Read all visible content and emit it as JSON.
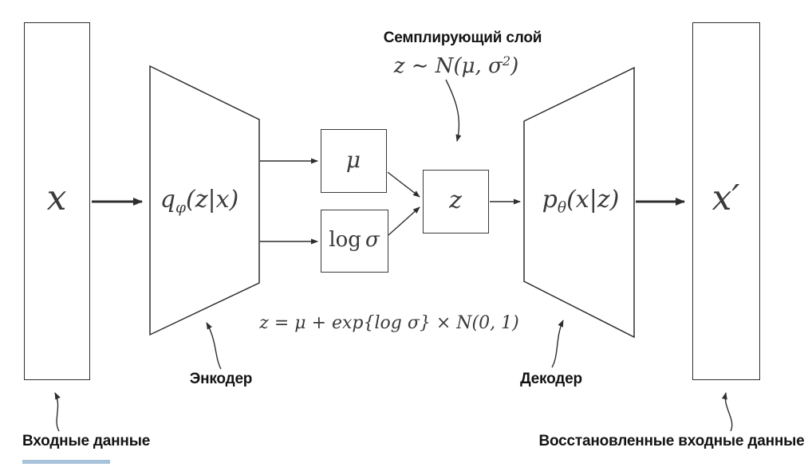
{
  "figure": {
    "sampling": {
      "title": "Семплирующий слой",
      "dist_pre": "z ∼ N(μ, σ",
      "dist_sup": "2",
      "dist_post": ")"
    },
    "reparam_formula": "z = μ + exp{log σ} × N(0, 1)",
    "nodes": {
      "input": {
        "symbol": "x",
        "caption": "Входные данные"
      },
      "encoder": {
        "func_base": "q",
        "func_sub": "φ",
        "func_args": "(z|x)",
        "caption": "Энкодер"
      },
      "mu_box": {
        "symbol": "μ"
      },
      "log_sigma_box": {
        "roman": "log",
        "symbol": "σ"
      },
      "z_box": {
        "symbol": "z"
      },
      "decoder": {
        "func_base": "p",
        "func_sub": "θ",
        "func_args": "(x|z)",
        "caption": "Декодер"
      },
      "output": {
        "symbol": "x′",
        "caption": "Восстановленные входные данные"
      }
    },
    "colors": {
      "line": "#2e2e2e",
      "math_text": "#3a3a3a",
      "label_text": "#141414",
      "accent_bar": "#a6c3da",
      "background": "#ffffff"
    }
  }
}
